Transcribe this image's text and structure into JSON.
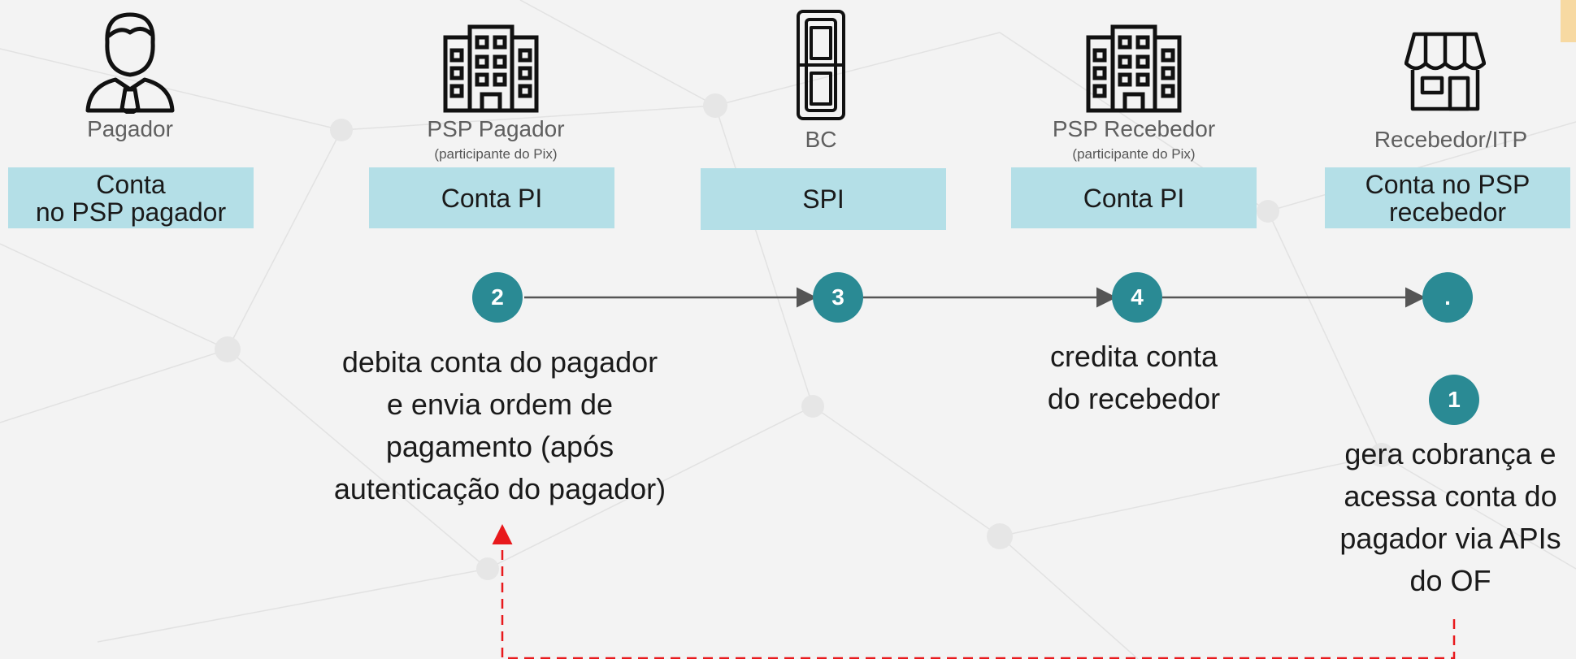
{
  "actors": [
    {
      "label": "Pagador",
      "subtitle": "",
      "icon": "person-icon",
      "box": "Conta\nno PSP pagador"
    },
    {
      "label": "PSP Pagador",
      "subtitle": "(participante  do Pix)",
      "icon": "building-icon",
      "box": "Conta PI"
    },
    {
      "label": "BC",
      "subtitle": "",
      "icon": "column-icon",
      "box": "SPI"
    },
    {
      "label": "PSP Recebedor",
      "subtitle": "(participante  do Pix)",
      "icon": "building-icon",
      "box": "Conta PI"
    },
    {
      "label": "Recebedor/ITP",
      "subtitle": "",
      "icon": "storefront-icon",
      "box": "Conta no PSP\nrecebedor"
    }
  ],
  "steps": [
    {
      "number": "2",
      "description": "debita conta do pagador\ne envia ordem de\npagamento (após\nautenticação do pagador)"
    },
    {
      "number": "3",
      "description": ""
    },
    {
      "number": "4",
      "description": "credita conta\ndo recebedor"
    },
    {
      "number": ".",
      "description": ""
    },
    {
      "number": "1",
      "description": "gera cobrança e\nacessa conta do\npagador via APIs\ndo OF"
    }
  ],
  "colors": {
    "box": "#b4dfe7",
    "circle": "#2a8a94",
    "arrow": "#555555",
    "dashed_arrow": "#e8191c",
    "accent_tab": "#f7d9a2"
  }
}
